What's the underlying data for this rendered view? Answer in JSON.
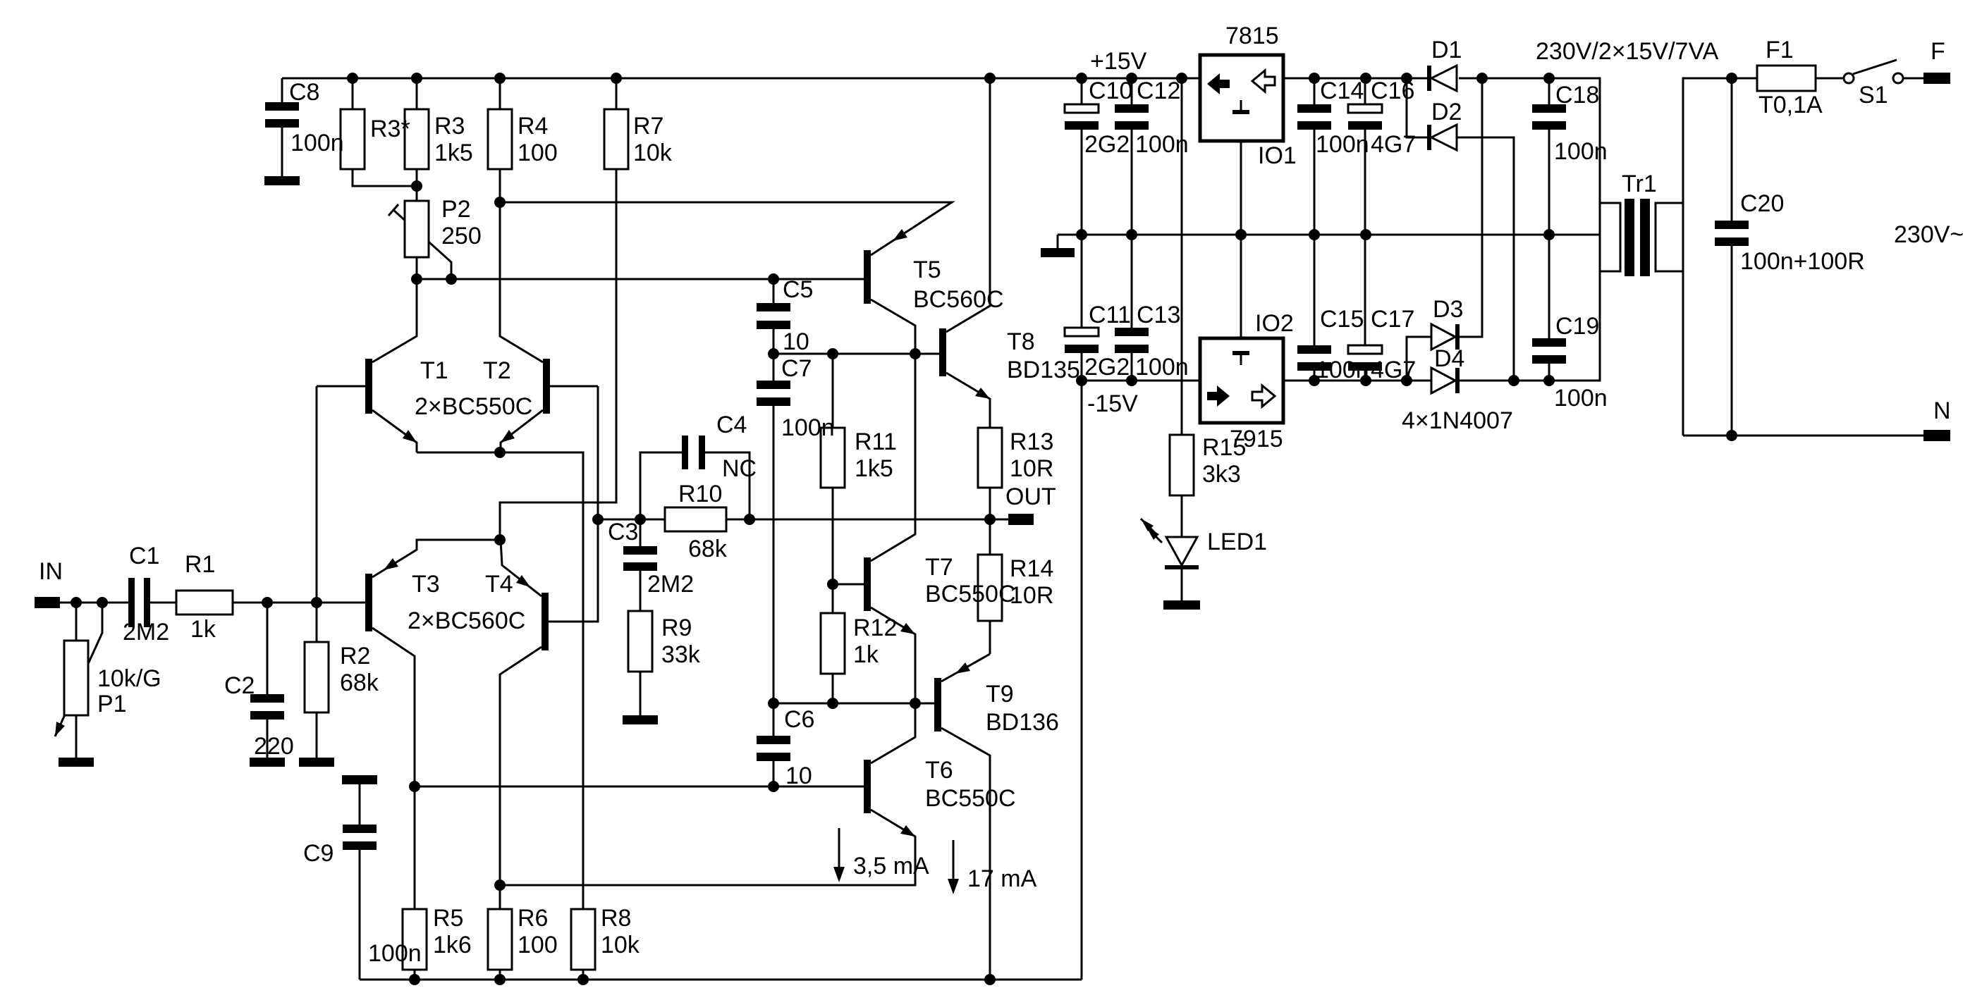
{
  "labels": {
    "in_terminal": "IN",
    "c1_name": "C1",
    "c1_value": "2M2",
    "r1_name": "R1",
    "r1_value": "1k",
    "p1_value": "10k/G",
    "p1_name": "P1",
    "c2_name": "C2",
    "c2_value": "220",
    "r2_name": "R2",
    "r2_value": "68k",
    "c8_name": "C8",
    "c8_value": "100n",
    "r3s_name": "R3*",
    "r3_name": "R3",
    "r3_value": "1k5",
    "r4_name": "R4",
    "r4_value": "100",
    "r7_name": "R7",
    "r7_value": "10k",
    "p2_name": "P2",
    "p2_value": "250",
    "t1_name": "T1",
    "t2_name": "T2",
    "t12_type": "2×BC550C",
    "t3_name": "T3",
    "t4_name": "T4",
    "t34_type": "2×BC560C",
    "r5_name": "R5",
    "r5_value": "1k6",
    "r6_name": "R6",
    "r6_value": "100",
    "r8_name": "R8",
    "r8_value": "10k",
    "c9_name": "C9",
    "c9_value": "100n",
    "c3_name": "C3",
    "c3_value": "2M2",
    "r9_name": "R9",
    "r9_value": "33k",
    "c4_name": "C4",
    "c4_value": "NC",
    "r10_name": "R10",
    "r10_value": "68k",
    "c5_name": "C5",
    "c5_value": "10",
    "c7_name": "C7",
    "c7_value": "100n",
    "c6_name": "C6",
    "c6_value": "10",
    "r11_name": "R11",
    "r11_value": "1k5",
    "r12_name": "R12",
    "r12_value": "1k",
    "t5_name": "T5",
    "t5_type": "BC560C",
    "t6_name": "T6",
    "t6_type": "BC550C",
    "t7_name": "T7",
    "t7_type": "BC550C",
    "t8_name": "T8",
    "t8_type": "BD135",
    "t9_name": "T9",
    "t9_type": "BD136",
    "r13_name": "R13",
    "r13_value": "10R",
    "r14_name": "R14",
    "r14_value": "10R",
    "out_terminal": "OUT",
    "current_35": "3,5 mA",
    "current_17": "17 mA",
    "rail_pos": "+15V",
    "rail_neg": "-15V",
    "c10_name": "C10",
    "c10_value": "2G2",
    "c12_name": "C12",
    "c12_value": "100n",
    "c11_name": "C11",
    "c11_value": "2G2",
    "c13_name": "C13",
    "c13_value": "100n",
    "io1_name": "IO1",
    "io1_type": "7815",
    "io2_name": "IO2",
    "io2_type": "7915",
    "c14_name": "C14",
    "c14_value": "100n",
    "c16_name": "C16",
    "c16_value": "4G7",
    "c15_name": "C15",
    "c15_value": "100n",
    "c17_name": "C17",
    "c17_value": "4G7",
    "r15_name": "R15",
    "r15_value": "3k3",
    "led1_name": "LED1",
    "d1_name": "D1",
    "d2_name": "D2",
    "d3_name": "D3",
    "d4_name": "D4",
    "diodes_type": "4×1N4007",
    "c18_name": "C18",
    "c18_value": "100n",
    "c19_name": "C19",
    "c19_value": "100n",
    "tr1_name": "Tr1",
    "tr1_rating": "230V/2×15V/7VA",
    "c20_name": "C20",
    "c20_value": "100n+100R",
    "f1_name": "F1",
    "f1_value": "T0,1A",
    "s1_name": "S1",
    "f_terminal": "F",
    "n_terminal": "N",
    "mains": "230V~"
  }
}
